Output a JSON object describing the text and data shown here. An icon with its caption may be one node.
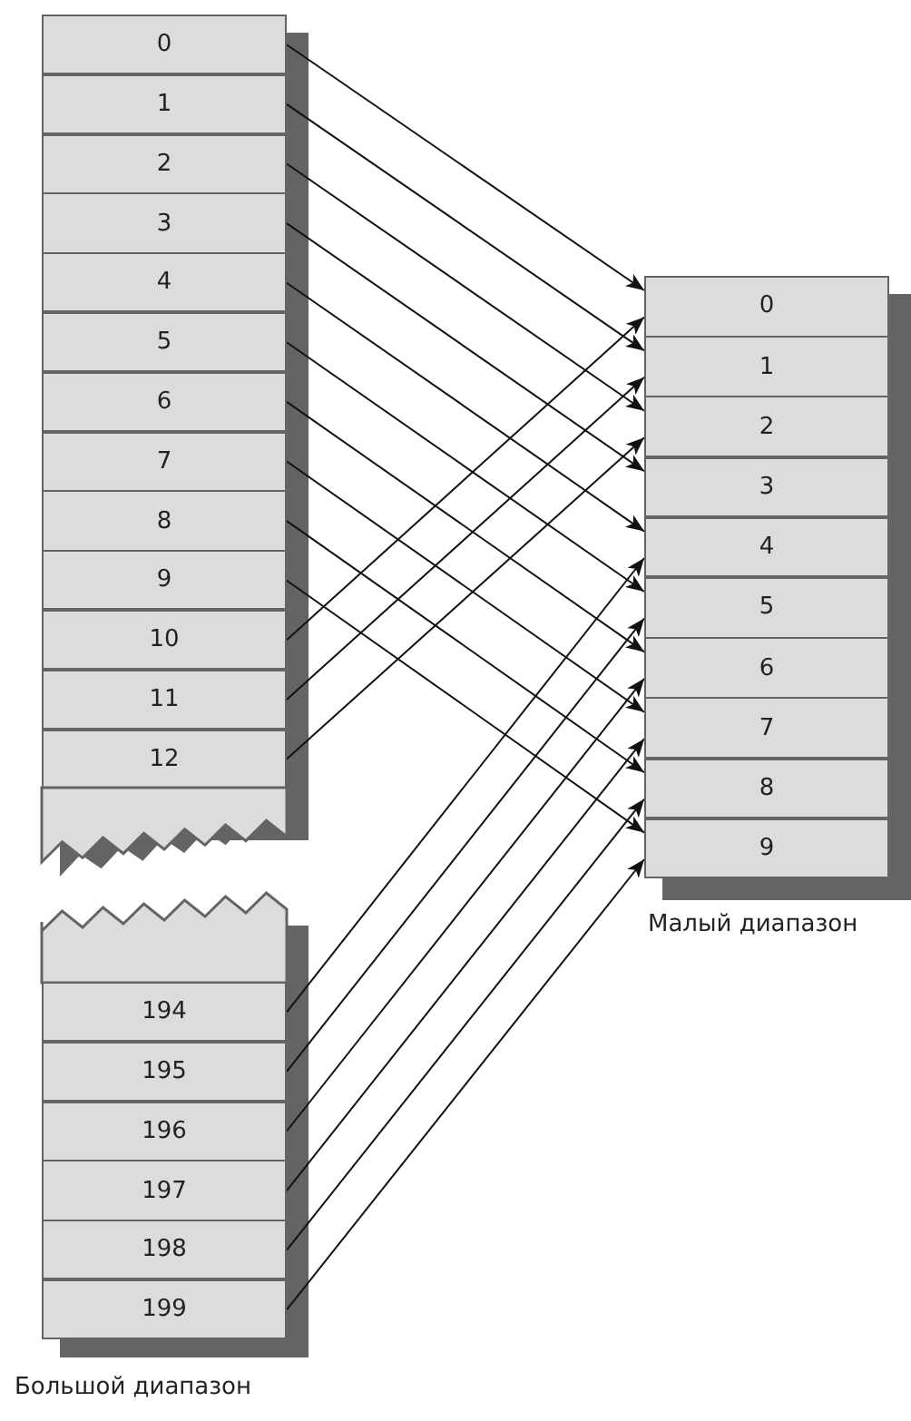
{
  "diagram": {
    "nodes": [
      {
        "text": [
          "0"
        ]
      },
      {
        "text": [
          "1"
        ]
      },
      {
        "text": [
          "2"
        ]
      },
      {
        "text": [
          "3"
        ]
      },
      {
        "text": [
          "4"
        ]
      },
      {
        "text": [
          "5"
        ]
      },
      {
        "text": [
          "6"
        ]
      },
      {
        "text": [
          "7"
        ]
      },
      {
        "text": [
          "8"
        ]
      },
      {
        "text": [
          "9"
        ]
      },
      {
        "text": [
          "10"
        ]
      },
      {
        "text": [
          "11"
        ]
      },
      {
        "text": [
          "12"
        ]
      },
      {
        "text": [],
        "shape": "box"
      },
      {
        "text": [],
        "shape": "box"
      },
      {
        "text": [
          "194"
        ]
      },
      {
        "text": [
          "195"
        ]
      },
      {
        "text": [
          "196"
        ]
      },
      {
        "text": [
          "197"
        ]
      },
      {
        "text": [
          "198"
        ]
      },
      {
        "text": [
          "199"
        ]
      },
      {
        "text": [
          "0"
        ]
      },
      {
        "text": [
          "1"
        ]
      },
      {
        "text": [
          "2"
        ]
      },
      {
        "text": [
          "3"
        ]
      },
      {
        "text": [
          "4"
        ]
      },
      {
        "text": [
          "5"
        ]
      },
      {
        "text": [
          "6"
        ]
      },
      {
        "text": [
          "7"
        ]
      },
      {
        "text": [
          "8"
        ]
      },
      {
        "text": [
          "9"
        ]
      }
    ],
    "edges": [
      {
        "from": 0,
        "to": 21,
        "arrow": "to"
      },
      {
        "from": 1,
        "to": 22,
        "arrow": "to"
      },
      {
        "from": 2,
        "to": 23,
        "arrow": "to"
      },
      {
        "from": 3,
        "to": 24,
        "arrow": "to"
      },
      {
        "from": 4,
        "to": 25,
        "arrow": "to"
      },
      {
        "from": 5,
        "to": 26,
        "arrow": "to"
      },
      {
        "from": 6,
        "to": 27,
        "arrow": "to"
      },
      {
        "from": 7,
        "to": 28,
        "arrow": "to"
      },
      {
        "from": 8,
        "to": 29,
        "arrow": "to"
      },
      {
        "from": 9,
        "to": 30,
        "arrow": "to"
      },
      {
        "from": 10,
        "to": 21,
        "arrow": "to"
      },
      {
        "from": 11,
        "to": 22,
        "arrow": "to"
      },
      {
        "from": 12,
        "to": 23,
        "arrow": "to"
      },
      {
        "from": 15,
        "to": 25,
        "arrow": "to"
      },
      {
        "from": 16,
        "to": 26,
        "arrow": "to"
      },
      {
        "from": 17,
        "to": 27,
        "arrow": "to"
      },
      {
        "from": 18,
        "to": 28,
        "arrow": "to"
      },
      {
        "from": 19,
        "to": 29,
        "arrow": "to"
      },
      {
        "from": 20,
        "to": 30,
        "arrow": "to"
      }
    ],
    "labels": [
      "Малый диапазон",
      "Большой диапазон"
    ]
  }
}
